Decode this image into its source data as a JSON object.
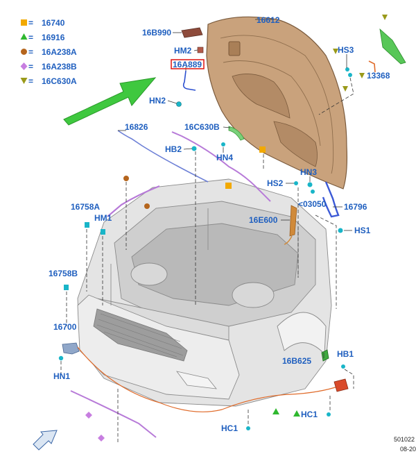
{
  "legend": [
    {
      "code": "16740",
      "shape": "square",
      "color": "#f2a900"
    },
    {
      "code": "16916",
      "shape": "triangle-up",
      "color": "#2fb82f"
    },
    {
      "code": "16A238A",
      "shape": "circle",
      "color": "#b5651d"
    },
    {
      "code": "16A238B",
      "shape": "diamond",
      "color": "#c77ee0"
    },
    {
      "code": "16C630A",
      "shape": "triangle-down",
      "color": "#9a9a1a"
    }
  ],
  "legend_sep": " = ",
  "callouts": {
    "p16612": "16612",
    "p16B990": "16B990",
    "pHM2": "HM2",
    "p16A889": "16A889",
    "pHN2": "HN2",
    "pHS3": "HS3",
    "p13368": "13368",
    "p16826": "16826",
    "p16C630B": "16C630B",
    "pHB2": "HB2",
    "pHN4": "HN4",
    "pHN3": "HN3",
    "pHS2": "HS2",
    "p03050": "<03050",
    "p16796": "16796",
    "p16758A": "16758A",
    "pHM1": "HM1",
    "p16E600": "16E600",
    "pHS1": "HS1",
    "p16758B": "16758B",
    "p16700": "16700",
    "pHN1": "HN1",
    "p16B625": "16B625",
    "pHB1": "HB1",
    "pHC1a": "HC1",
    "pHC1b": "HC1"
  },
  "footer": {
    "code": "501022",
    "date": "08-20"
  },
  "colors": {
    "label": "#1f5fbf",
    "arrow": "#3fc83f",
    "highlight": "#e0201c"
  }
}
